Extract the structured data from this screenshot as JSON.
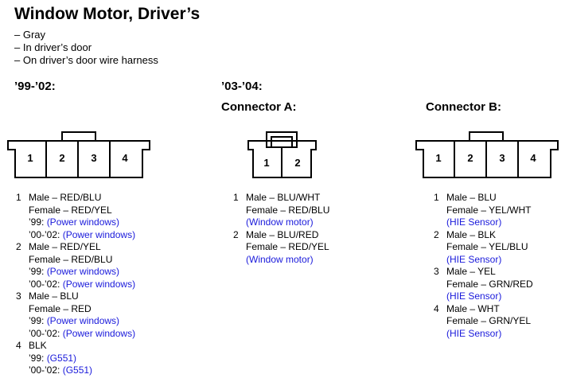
{
  "title": "Window Motor, Driver’s",
  "info": [
    "– Gray",
    "– In driver’s door",
    "– On driver’s door wire harness"
  ],
  "section_9902": {
    "heading": "’99-’02:",
    "connector_pins": [
      "1",
      "2",
      "3",
      "4"
    ],
    "pins": [
      {
        "num": "1",
        "lines": [
          {
            "text": "Male – RED/BLU"
          },
          {
            "text": "Female – RED/YEL"
          },
          {
            "prefix": "’99: ",
            "link": "(Power windows)"
          },
          {
            "prefix": "’00-’02: ",
            "link": "(Power windows)"
          }
        ]
      },
      {
        "num": "2",
        "lines": [
          {
            "text": "Male – RED/YEL"
          },
          {
            "text": "Female – RED/BLU"
          },
          {
            "prefix": "’99: ",
            "link": "(Power windows)"
          },
          {
            "prefix": "’00-’02: ",
            "link": "(Power windows)"
          }
        ]
      },
      {
        "num": "3",
        "lines": [
          {
            "text": "Male – BLU"
          },
          {
            "text": "Female – RED"
          },
          {
            "prefix": "’99: ",
            "link": "(Power windows)"
          },
          {
            "prefix": "’00-’02: ",
            "link": "(Power windows)"
          }
        ]
      },
      {
        "num": "4",
        "lines": [
          {
            "text": "BLK"
          },
          {
            "prefix": "’99: ",
            "link": "(G551)"
          },
          {
            "prefix": "’00-’02: ",
            "link": "(G551)"
          }
        ]
      }
    ]
  },
  "section_0304": {
    "heading": "’03-’04:",
    "connector_a": {
      "heading": "Connector A:",
      "connector_pins": [
        "1",
        "2"
      ],
      "pins": [
        {
          "num": "1",
          "lines": [
            {
              "text": "Male – BLU/WHT"
            },
            {
              "text": "Female – RED/BLU"
            },
            {
              "link": "(Window motor)"
            }
          ]
        },
        {
          "num": "2",
          "lines": [
            {
              "text": "Male – BLU/RED"
            },
            {
              "text": "Female – RED/YEL"
            },
            {
              "link": "(Window motor)"
            }
          ]
        }
      ]
    },
    "connector_b": {
      "heading": "Connector B:",
      "connector_pins": [
        "1",
        "2",
        "3",
        "4"
      ],
      "pins": [
        {
          "num": "1",
          "lines": [
            {
              "text": "Male – BLU"
            },
            {
              "text": "Female – YEL/WHT"
            },
            {
              "link": "(HIE Sensor)"
            }
          ]
        },
        {
          "num": "2",
          "lines": [
            {
              "text": "Male – BLK"
            },
            {
              "text": "Female – YEL/BLU"
            },
            {
              "link": "(HIE Sensor)"
            }
          ]
        },
        {
          "num": "3",
          "lines": [
            {
              "text": "Male – YEL"
            },
            {
              "text": "Female – GRN/RED"
            },
            {
              "link": "(HIE Sensor)"
            }
          ]
        },
        {
          "num": "4",
          "lines": [
            {
              "text": "Male – WHT"
            },
            {
              "text": "Female – GRN/YEL"
            },
            {
              "link": "(HIE Sensor)"
            }
          ]
        }
      ]
    }
  },
  "colors": {
    "text": "#000000",
    "link": "#1a1adb",
    "background": "#ffffff"
  }
}
